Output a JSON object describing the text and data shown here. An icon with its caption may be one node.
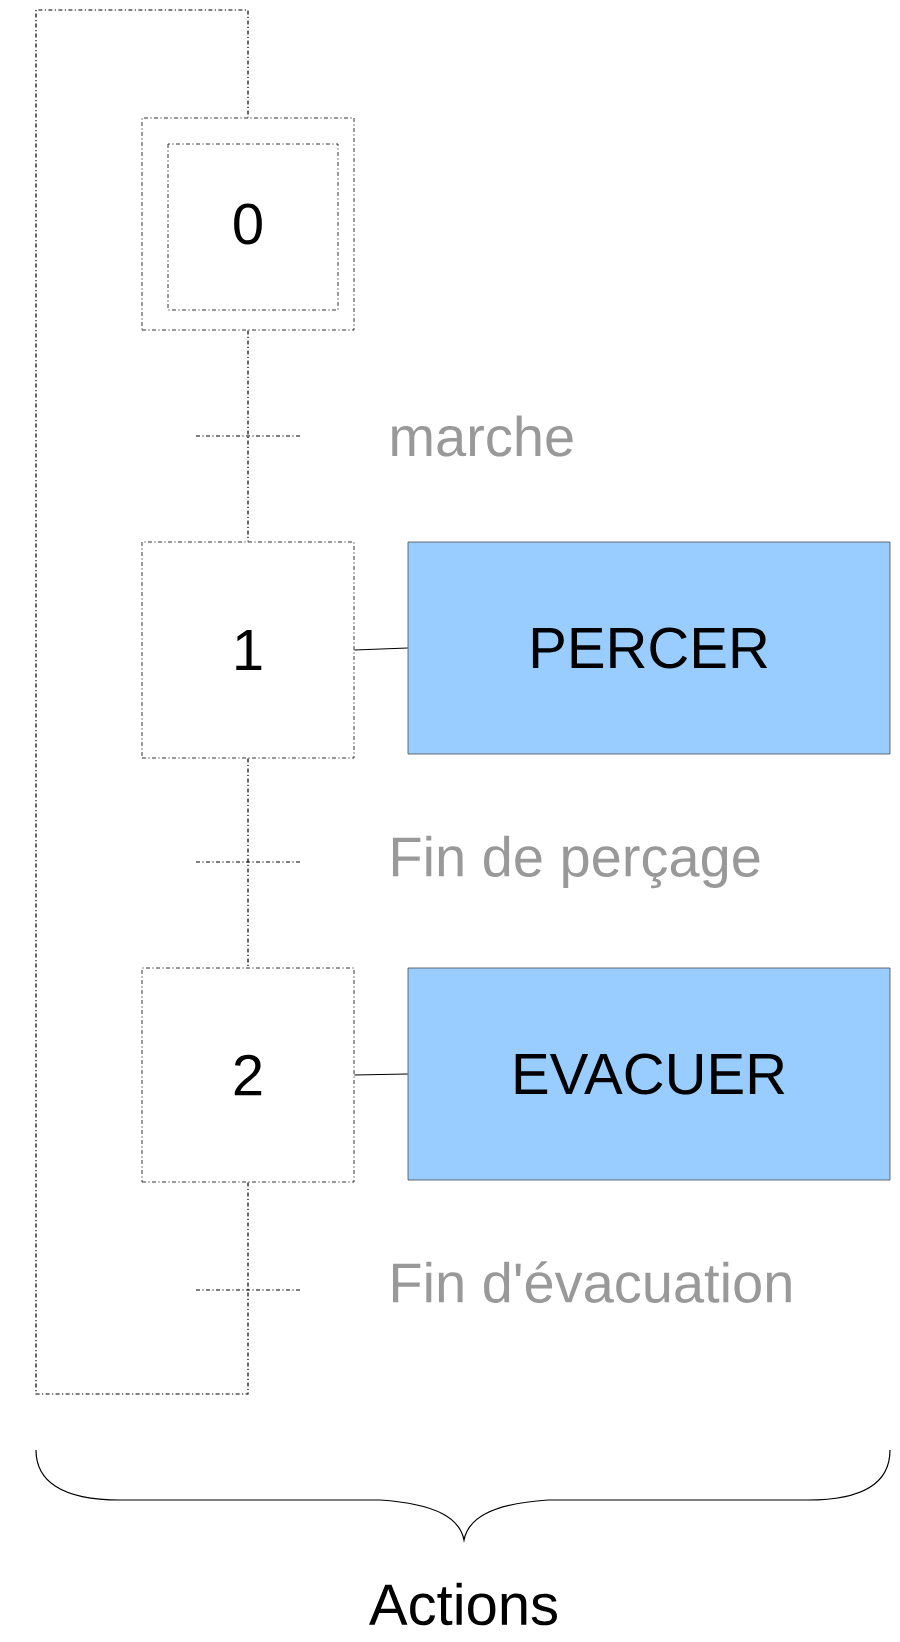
{
  "diagram": {
    "nodes": [
      {
        "text": [
          "0"
        ]
      },
      {
        "text": [
          "1"
        ]
      },
      {
        "text": [
          "PERCER"
        ]
      },
      {
        "text": [
          "2"
        ]
      },
      {
        "text": [
          "EVACUER"
        ]
      }
    ],
    "edges": [
      {
        "from": 0,
        "to": 1,
        "arrow": "none",
        "style": "dashed",
        "label": "marche"
      },
      {
        "from": 1,
        "to": 2,
        "arrow": "none"
      },
      {
        "from": 1,
        "to": 3,
        "arrow": "none",
        "style": "dashed",
        "label": "Fin de perçage"
      },
      {
        "from": 3,
        "to": 4,
        "arrow": "none"
      },
      {
        "from": 3,
        "to": 0,
        "arrow": "none",
        "style": "dashed",
        "label": "Fin d'évacuation"
      }
    ],
    "labels": [
      "Actions"
    ]
  }
}
